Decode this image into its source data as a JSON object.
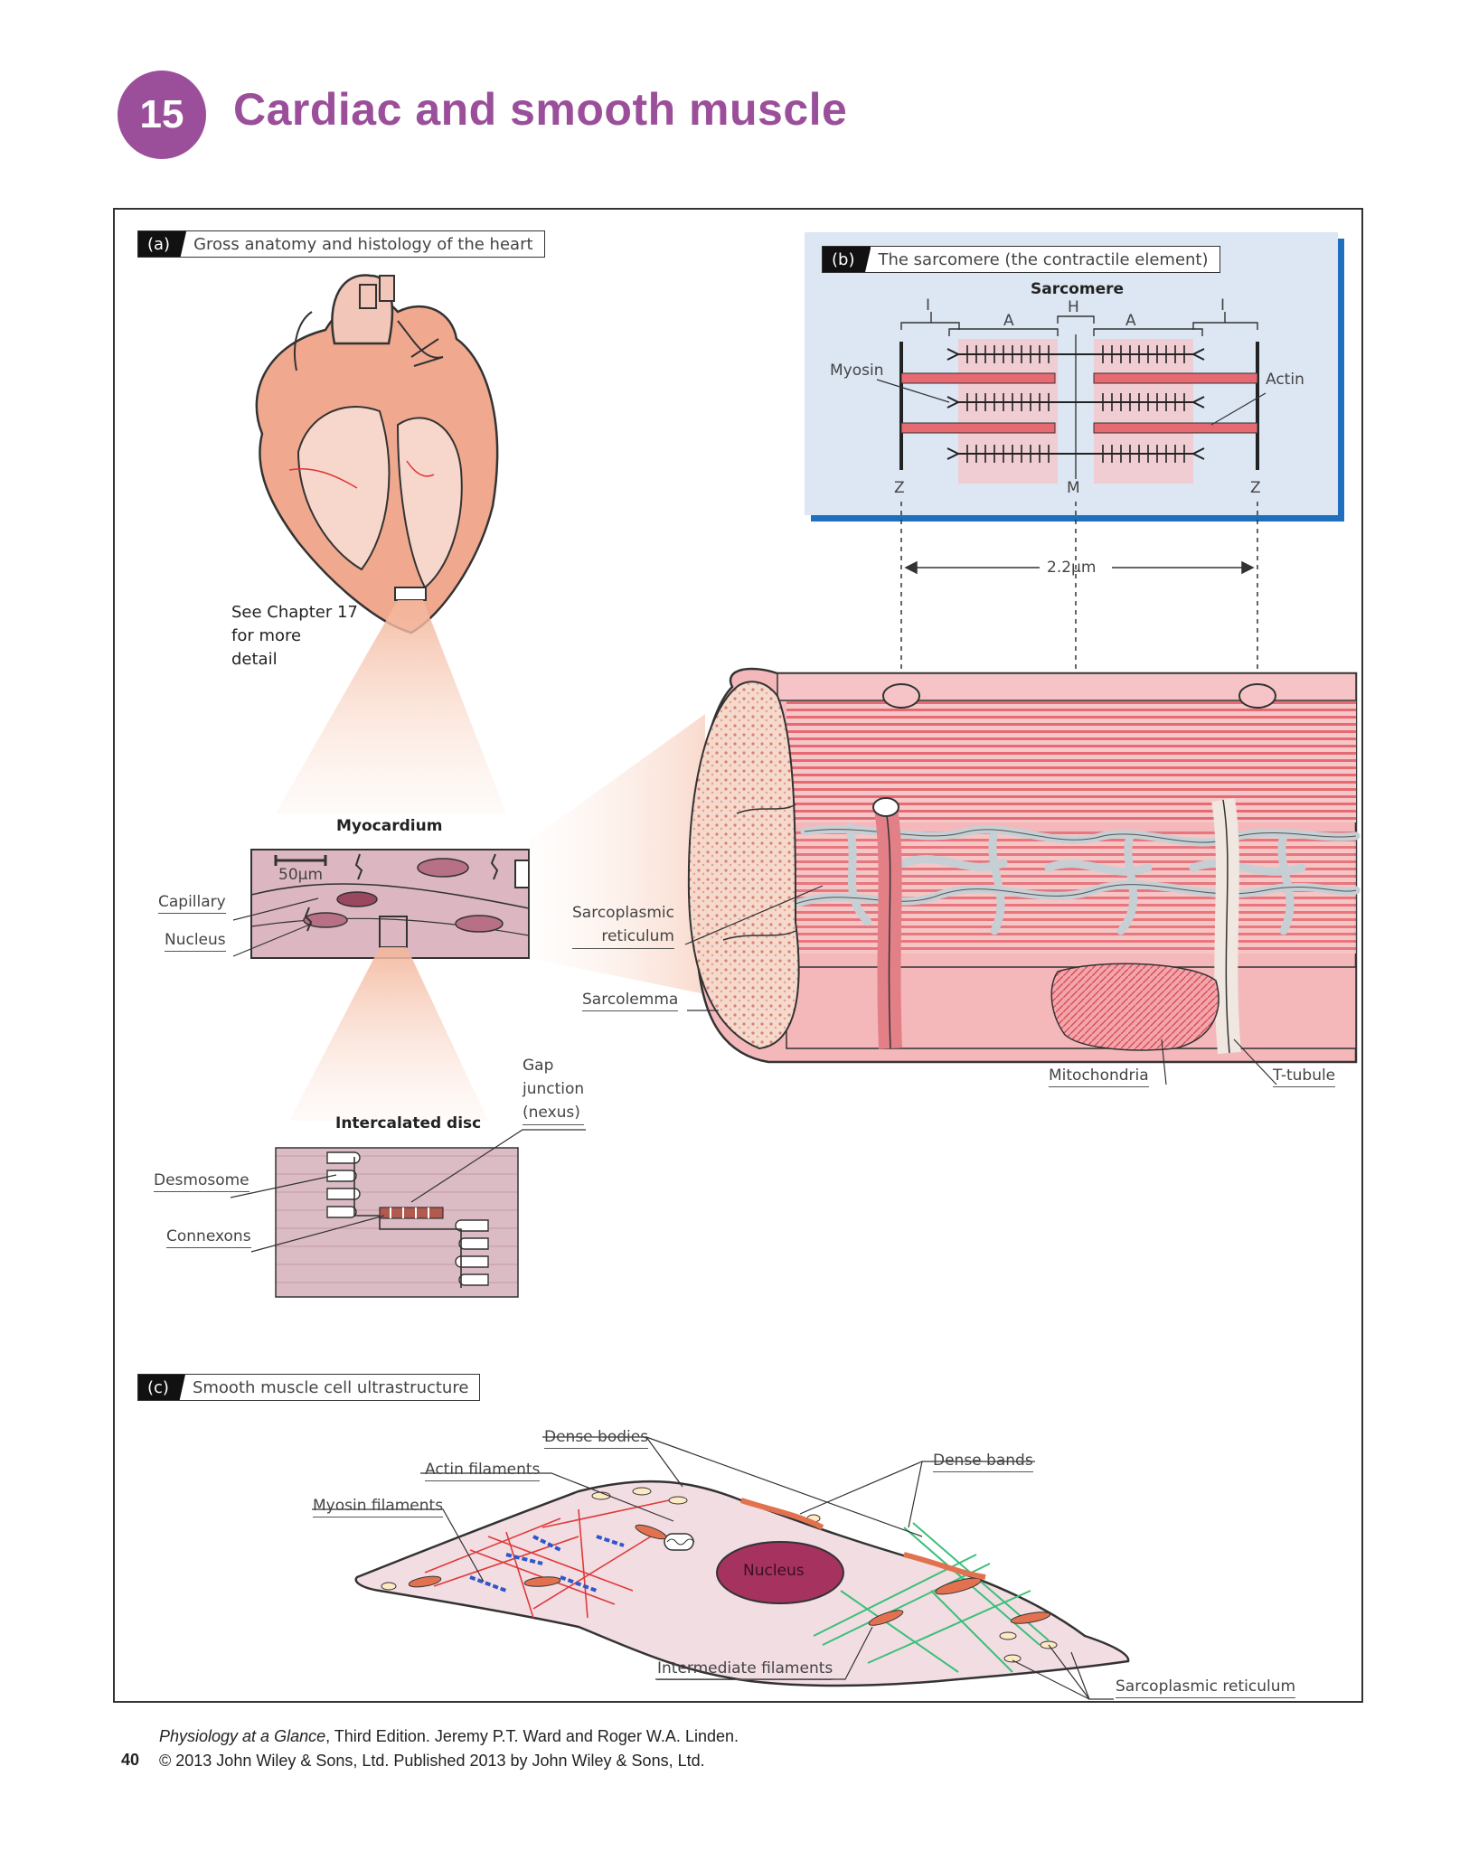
{
  "chapter": {
    "number": "15",
    "title": "Cardiac and smooth muscle"
  },
  "panels": {
    "a": {
      "letter": "(a)",
      "caption": "Gross anatomy and histology of the heart"
    },
    "b": {
      "letter": "(b)",
      "caption": "The sarcomere (the contractile element)"
    },
    "c": {
      "letter": "(c)",
      "caption": "Smooth muscle cell ultrastructure"
    }
  },
  "heart": {
    "note_line1": "See Chapter 17",
    "note_line2": "for more",
    "note_line3": "detail"
  },
  "myocardium": {
    "title": "Myocardium",
    "scale": "50μm",
    "capillary": "Capillary",
    "nucleus": "Nucleus"
  },
  "intercalated": {
    "title": "Intercalated disc",
    "gap_line1": "Gap",
    "gap_line2": "junction",
    "gap_line3": "(nexus)",
    "desmosome": "Desmosome",
    "connexons": "Connexons"
  },
  "sarcomere": {
    "title": "Sarcomere",
    "i_left": "I",
    "a_left": "A",
    "h": "H",
    "a_right": "A",
    "i_right": "I",
    "myosin": "Myosin",
    "actin": "Actin",
    "z_left": "Z",
    "m": "M",
    "z_right": "Z",
    "length": "2.2μm"
  },
  "fibre": {
    "sr_line1": "Sarcoplasmic",
    "sr_line2": "reticulum",
    "sarcolemma": "Sarcolemma",
    "mitochondria": "Mitochondria",
    "ttubule": "T-tubule"
  },
  "smooth": {
    "dense_bodies": "Dense bodies",
    "actin_filaments": "Actin filaments",
    "dense_bands": "Dense bands",
    "myosin_filaments": "Myosin filaments",
    "nucleus": "Nucleus",
    "intermediate": "Intermediate filaments",
    "sr": "Sarcoplasmic reticulum"
  },
  "footer": {
    "line1_title": "Physiology at a Glance",
    "line1_rest": ", Third Edition. Jeremy P.T. Ward and Roger W.A. Linden.",
    "line2": "© 2013 John Wiley & Sons, Ltd. Published 2013 by John Wiley & Sons, Ltd.",
    "page": "40"
  },
  "colors": {
    "brand_purple": "#9b4f9a",
    "panel_b_bg": "#dde6f3",
    "panel_b_edge": "#1f6fbf",
    "muscle_red": "#e0505a",
    "muscle_pink": "#f2b9bc",
    "sr_grey": "#c6cfd4"
  }
}
